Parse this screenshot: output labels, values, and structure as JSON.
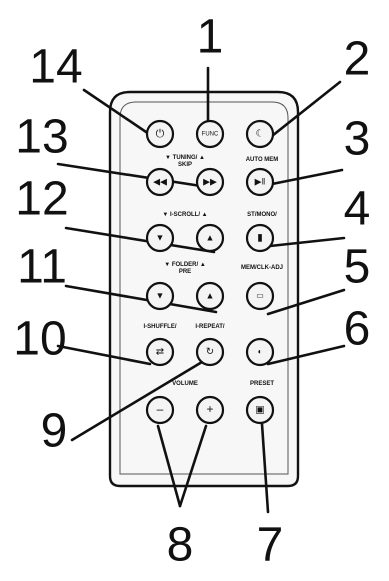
{
  "callouts": {
    "n1": "1",
    "n2": "2",
    "n3": "3",
    "n4": "4",
    "n5": "5",
    "n6": "6",
    "n7": "7",
    "n8": "8",
    "n9": "9",
    "n10": "10",
    "n11": "11",
    "n12": "12",
    "n13": "13",
    "n14": "14"
  },
  "labels": {
    "tuning_skip": "▼ TUNING/ ▲",
    "skip": "SKIP",
    "auto_mem": "AUTO MEM",
    "scroll": "▼ I-SCROLL/ ▲",
    "st_mono": "ST/MONO/",
    "folder_pre": "▼ FOLDER/ ▲",
    "pre": "PRE",
    "mem_clk_adj": "MEM/CLK-ADJ",
    "shuffle": "I-SHUFFLE/",
    "repeat": "I-REPEAT/",
    "volume": "VOLUME",
    "preset": "PRESET"
  },
  "button_text": {
    "func": "FUNC",
    "minus": "–",
    "plus": "+"
  },
  "icons": [
    "power-icon",
    "func-button",
    "sleep-icon",
    "play-pause-icon",
    "skip-back-icon",
    "skip-forward-icon",
    "scroll-down-icon",
    "scroll-up-icon",
    "st-mono-icon",
    "folder-down-icon",
    "folder-up-icon",
    "mem-icon",
    "shuffle-icon",
    "repeat-icon",
    "aux-icon",
    "volume-down-icon",
    "volume-up-icon",
    "preset-icon"
  ]
}
